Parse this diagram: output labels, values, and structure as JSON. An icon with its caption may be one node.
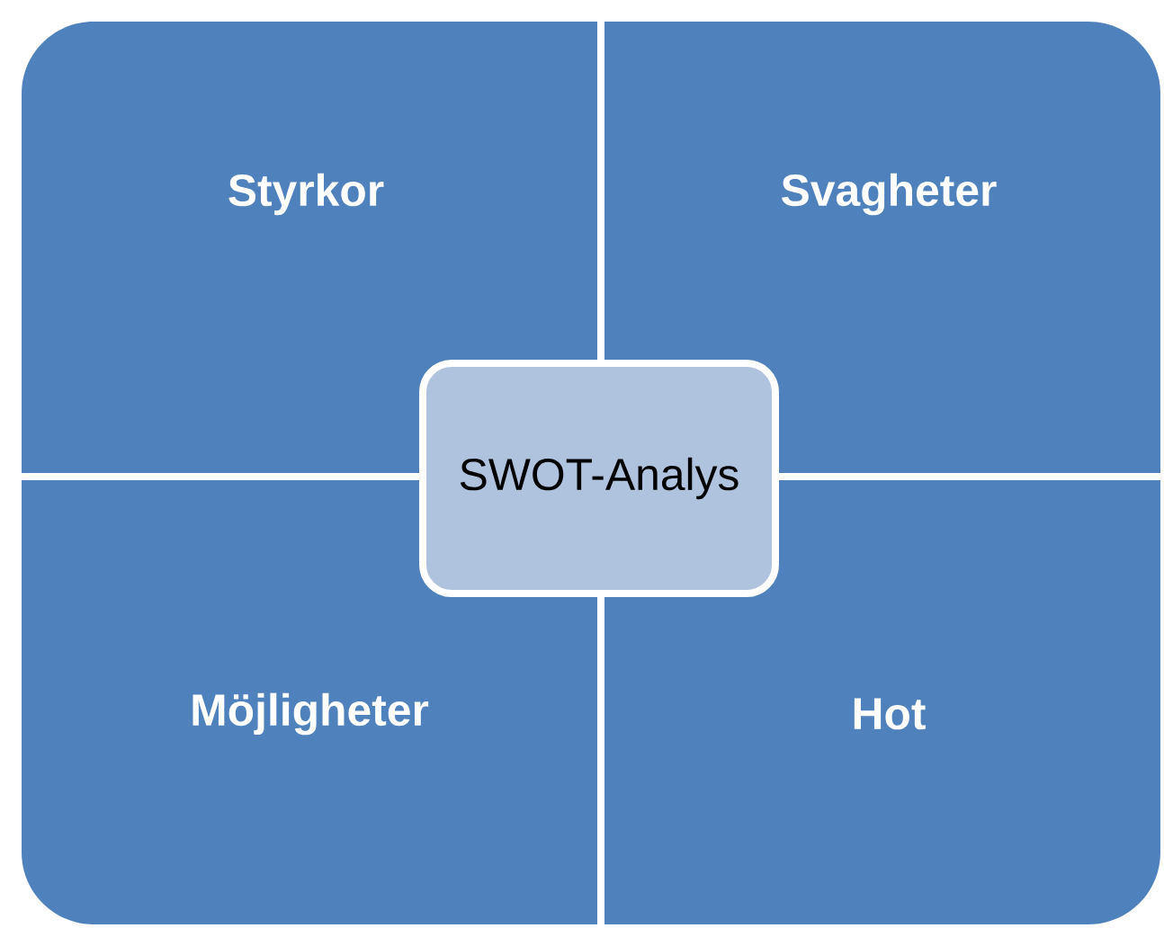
{
  "diagram": {
    "nodes": [
      {
        "text": [
          "Styrkor"
        ]
      },
      {
        "text": [
          "Svagheter"
        ]
      },
      {
        "text": [
          "Möjligheter"
        ]
      },
      {
        "text": [
          "Hot"
        ]
      },
      {
        "text": [
          "SWOT-Analys"
        ]
      }
    ]
  }
}
